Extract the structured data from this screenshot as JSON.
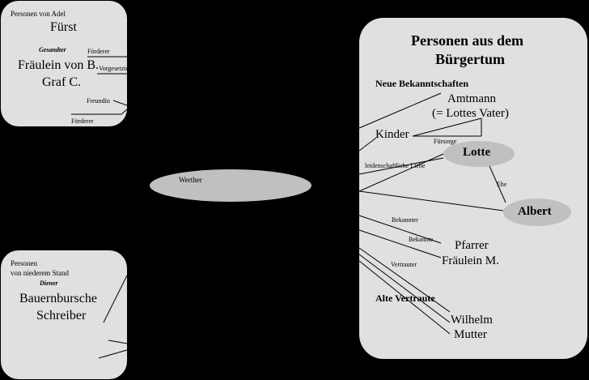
{
  "colors": {
    "background": "#000000",
    "box_fill": "#e0e0e0",
    "ellipse_fill": "#c0c0c0",
    "line": "#000000"
  },
  "adel": {
    "header": "Personen von Adel",
    "fuerst": "Fürst",
    "role_gesandter": "Gesandter",
    "fraeulein_von_b": "Fräulein von B.",
    "graf_c": "Graf C.",
    "edge_foerderer_1": "Förderer",
    "edge_vorgesetzter": "Vorgesetzter",
    "edge_freundin": "Freundin",
    "edge_foerderer_2": "Förderer"
  },
  "niederer_stand": {
    "header_line1": "Personen",
    "header_line2": "von niederem Stand",
    "role_diener": "Diener",
    "bauernbursche": "Bauernbursche",
    "schreiber": "Schreiber"
  },
  "werther": "Werther",
  "buergertum": {
    "title_line1": "Personen aus dem",
    "title_line2": "Bürgertum",
    "neue_bekanntschaften": "Neue Bekanntschaften",
    "amtmann": "Amtmann",
    "amtmann_note": "(= Lottes Vater)",
    "kinder": "Kinder",
    "edge_fuersorge": "Fürsorge",
    "lotte": "Lotte",
    "edge_leidenschaftliche_liebe": "leidenschaftliche Liebe",
    "edge_ehe": "Ehe",
    "albert": "Albert",
    "edge_bekannter": "Bekannter",
    "edge_bekannte": "Bekannte",
    "pfarrer": "Pfarrer",
    "fraeulein_m": "Fräulein M.",
    "edge_vertrauter": "Vertrauter",
    "alte_vertraute": "Alte Vertraute",
    "wilhelm": "Wilhelm",
    "mutter": "Mutter"
  }
}
